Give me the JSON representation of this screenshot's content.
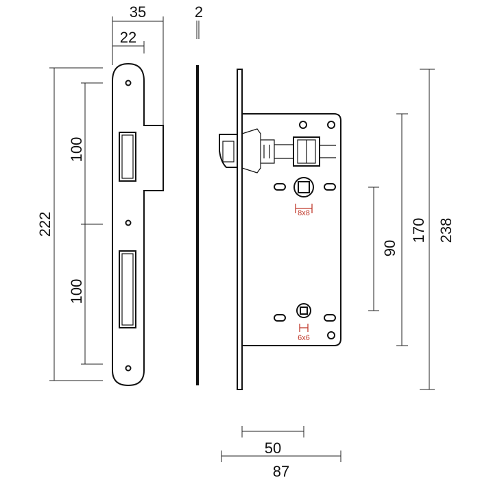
{
  "dimensions": {
    "strike_total_width": "35",
    "strike_narrow_width": "22",
    "plate_thickness": "2",
    "strike_height": "222",
    "strike_upper_spacing": "100",
    "strike_lower_spacing": "100",
    "spindle_distance": "90",
    "case_height": "170",
    "faceplate_height": "238",
    "backset": "50",
    "case_depth": "87"
  },
  "spindles": {
    "upper_square": "8x8",
    "lower_square": "6x6"
  },
  "colors": {
    "line": "#111111",
    "spindle_label": "#c0392b"
  }
}
